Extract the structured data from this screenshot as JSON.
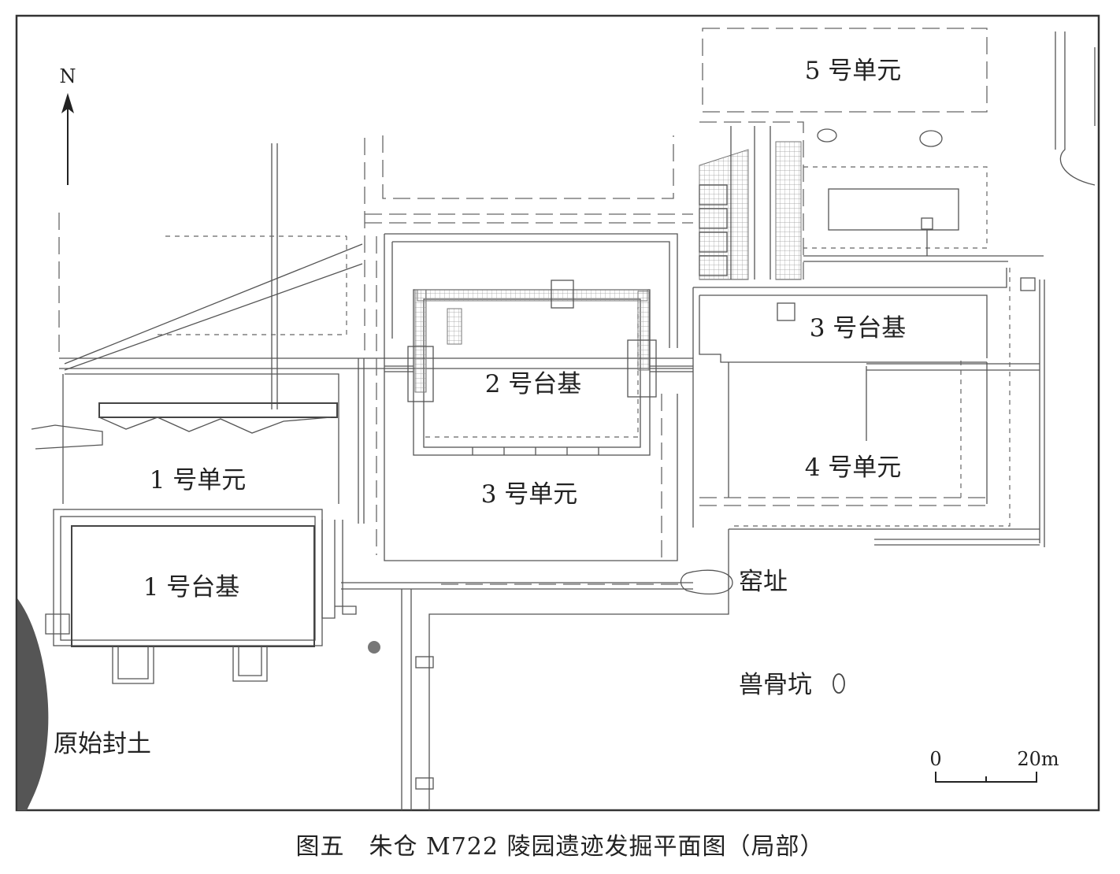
{
  "north_label": "N",
  "labels": {
    "unit5": "5 号单元",
    "unit1": "1 号单元",
    "unit3": "3 号单元",
    "unit4": "4 号单元",
    "platform1": "1 号台基",
    "platform2": "2 号台基",
    "platform3": "3 号台基",
    "kiln": "窑址",
    "bone_pit": "兽骨坑",
    "mound": "原始封土"
  },
  "scale": {
    "start": "0",
    "end": "20m"
  },
  "caption": "图五　朱仓 M722 陵园遗迹发掘平面图（局部）",
  "colors": {
    "line": "#555555",
    "mound": "#555555",
    "dot": "#777777"
  }
}
